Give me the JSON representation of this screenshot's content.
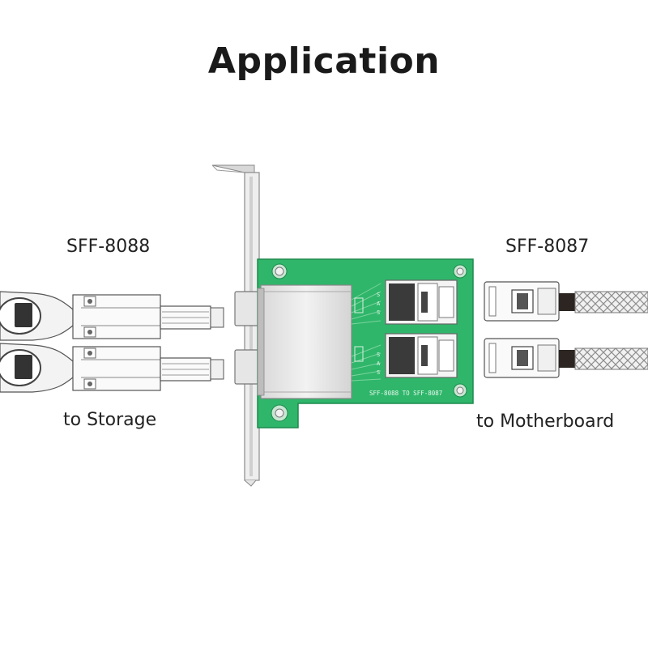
{
  "title": "Application",
  "labels": {
    "left_connector": "SFF-8088",
    "right_connector": "SFF-8087",
    "left_destination": "to Storage",
    "right_destination": "to Motherboard"
  },
  "board": {
    "silkscreen": "SFF-8088 TO SFF-8087",
    "sas_letters": [
      "S",
      "A",
      "S"
    ],
    "pcb_color": "#2fb66a"
  }
}
